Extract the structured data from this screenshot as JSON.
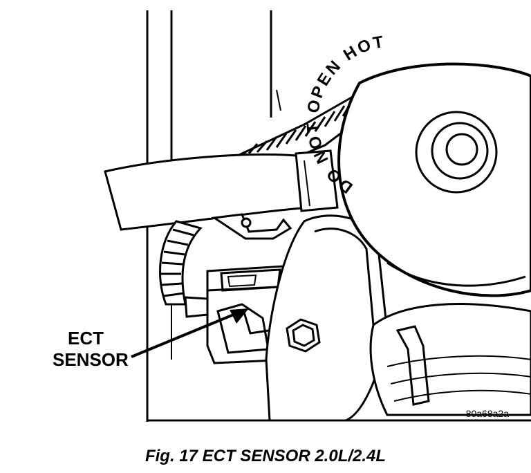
{
  "callout": {
    "line1": "ECT",
    "line2": "SENSOR"
  },
  "cap_text": "DO NOT OPEN HOT",
  "art_id": "80a68a2a",
  "caption": "Fig. 17 ECT SENSOR 2.0L/2.4L",
  "colors": {
    "ink": "#000000",
    "paper": "#ffffff",
    "shade": "#e6e6e6"
  },
  "icons": [
    "hex-bolt-icon",
    "radiator-cap-icon",
    "arrow-icon"
  ]
}
